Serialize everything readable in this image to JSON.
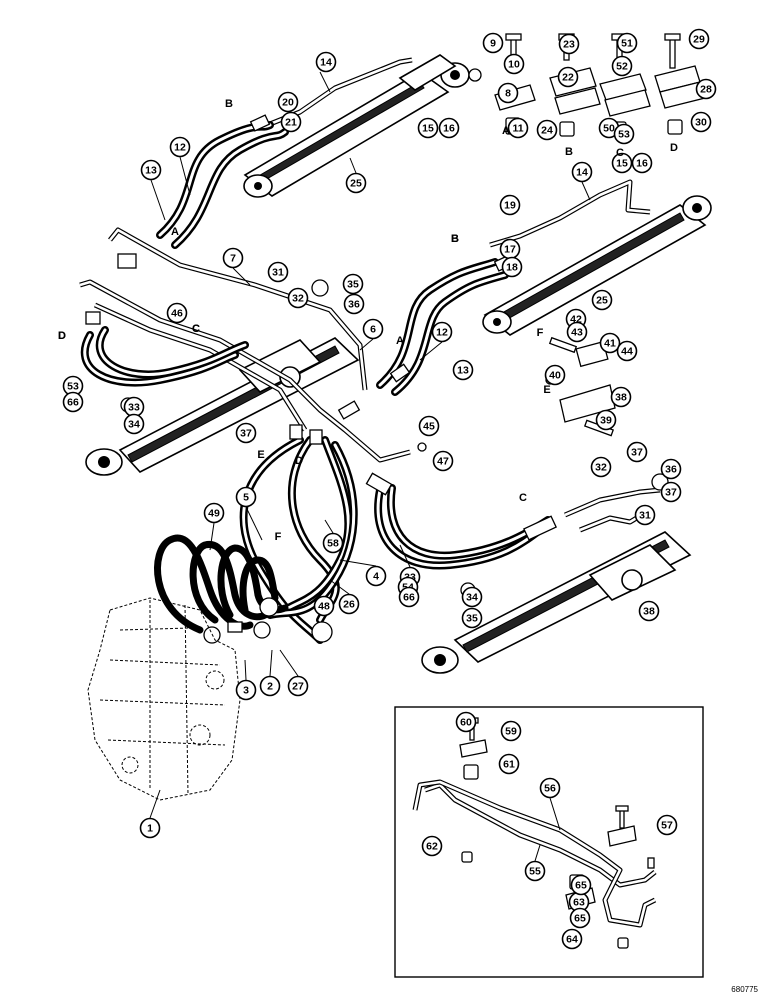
{
  "diagram": {
    "drawing_number": "680775",
    "callouts": [
      "1",
      "2",
      "3",
      "4",
      "5",
      "6",
      "7",
      "8",
      "9",
      "10",
      "11",
      "12",
      "12",
      "13",
      "13",
      "14",
      "14",
      "15",
      "15",
      "16",
      "16",
      "17",
      "18",
      "19",
      "20",
      "21",
      "22",
      "23",
      "24",
      "25",
      "25",
      "26",
      "27",
      "28",
      "29",
      "30",
      "31",
      "31",
      "32",
      "32",
      "33",
      "33",
      "34",
      "34",
      "35",
      "35",
      "36",
      "36",
      "37",
      "37",
      "37",
      "38",
      "38",
      "39",
      "40",
      "41",
      "42",
      "43",
      "44",
      "45",
      "46",
      "47",
      "48",
      "49",
      "50",
      "51",
      "52",
      "53",
      "53",
      "54",
      "55",
      "56",
      "57",
      "58",
      "59",
      "60",
      "61",
      "62",
      "63",
      "64",
      "65",
      "65",
      "66",
      "66"
    ],
    "letters": [
      "A",
      "B",
      "C",
      "D",
      "A",
      "B",
      "A",
      "B",
      "C",
      "D",
      "B",
      "E",
      "F",
      "C",
      "D",
      "E",
      "F",
      "C",
      "D"
    ]
  }
}
